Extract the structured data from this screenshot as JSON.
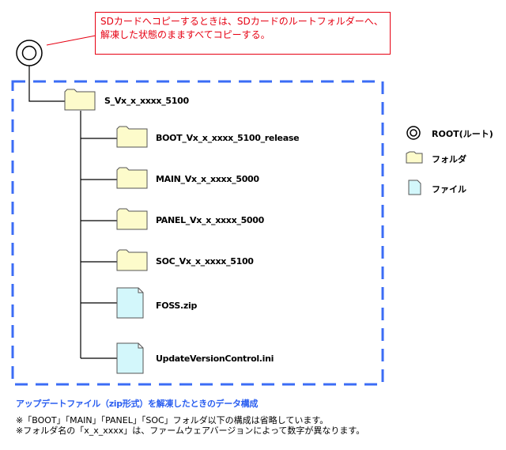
{
  "callout": {
    "line1": "SDカードへコピーするときは、SDカードのルートフォルダーへ、",
    "line2": "解凍した状態のまますべてコピーする。"
  },
  "tree": {
    "root_folder": "S_Vx_x_xxxx_5100",
    "children": [
      {
        "type": "folder",
        "name": "BOOT_Vx_x_xxxx_5100_release"
      },
      {
        "type": "folder",
        "name": "MAIN_Vx_x_xxxx_5000"
      },
      {
        "type": "folder",
        "name": "PANEL_Vx_x_xxxx_5000"
      },
      {
        "type": "folder",
        "name": "SOC_Vx_x_xxxx_5100"
      },
      {
        "type": "file",
        "name": "FOSS.zip"
      },
      {
        "type": "file",
        "name": "UpdateVersionControl.ini"
      }
    ]
  },
  "legend": {
    "root": "ROOT(ルート)",
    "folder": "フォルダ",
    "file": "ファイル"
  },
  "caption": "アップデートファイル（zip形式）を解凍したときのデータ構成",
  "notes": [
    "※「BOOT」「MAIN」「PANEL」「SOC」フォルダ以下の構成は省略しています。",
    "※フォルダ名の「x_x_xxxx」は、ファームウェアバージョンによって数字が異なります。"
  ],
  "colors": {
    "callout": "#e60012",
    "dashed_box": "#3b6cf5",
    "folder_fill": "#fdfbcb",
    "file_fill": "#d3f7fb",
    "caption": "#2a5ef0"
  }
}
